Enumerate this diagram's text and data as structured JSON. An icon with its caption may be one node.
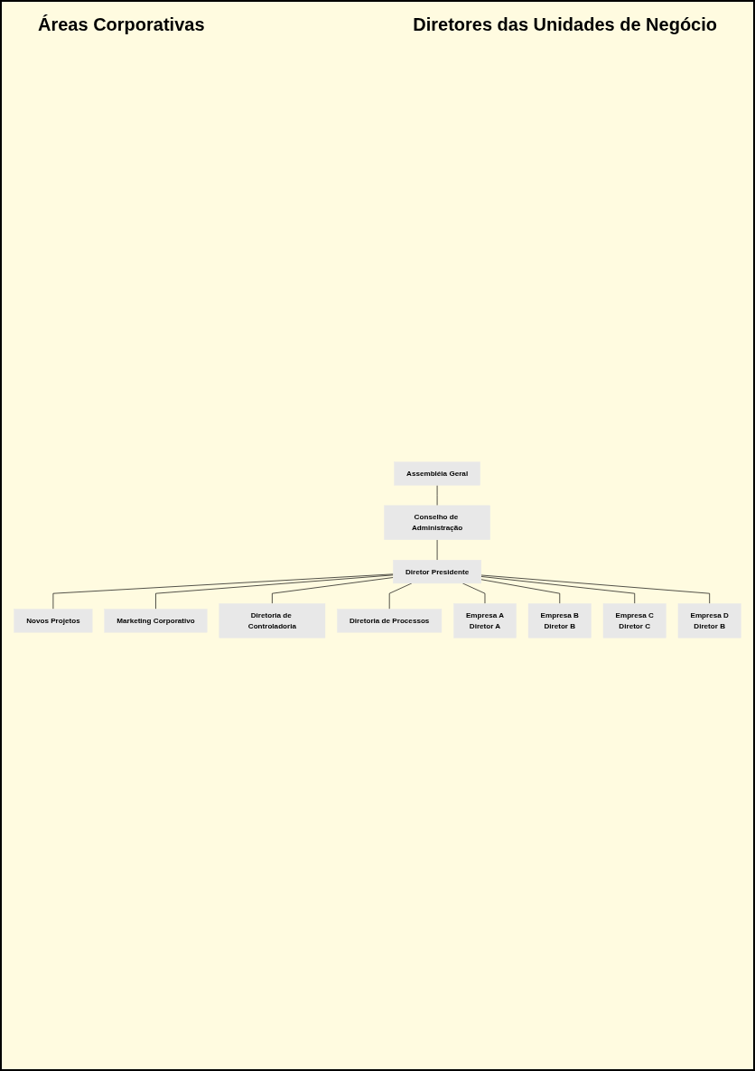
{
  "diagram": {
    "nodes": [
      {
        "text": [
          "Assembléia Geral"
        ]
      },
      {
        "text": [
          "Conselho de Administração"
        ]
      },
      {
        "text": [
          "Diretor Presidente"
        ]
      },
      {
        "text": [
          "Novos Projetos"
        ]
      },
      {
        "text": [
          "Marketing Corporativo"
        ]
      },
      {
        "text": [
          "Diretoria de Controladoria"
        ]
      },
      {
        "text": [
          "Diretoria de Processos"
        ]
      },
      {
        "text": [
          "Empresa A",
          "Diretor A"
        ]
      },
      {
        "text": [
          "Empresa B",
          "Diretor B"
        ]
      },
      {
        "text": [
          "Empresa C",
          "Diretor C"
        ]
      },
      {
        "text": [
          "Empresa D",
          "Diretor B"
        ]
      }
    ],
    "edges": [
      {
        "from": 0,
        "to": 1,
        "arrow": "none"
      },
      {
        "from": 1,
        "to": 2,
        "arrow": "none"
      },
      {
        "from": 2,
        "to": 3,
        "arrow": "none"
      },
      {
        "from": 2,
        "to": 4,
        "arrow": "none"
      },
      {
        "from": 2,
        "to": 5,
        "arrow": "none"
      },
      {
        "from": 2,
        "to": 6,
        "arrow": "none"
      },
      {
        "from": 2,
        "to": 7,
        "arrow": "none"
      },
      {
        "from": 2,
        "to": 8,
        "arrow": "none"
      },
      {
        "from": 2,
        "to": 9,
        "arrow": "none"
      },
      {
        "from": 2,
        "to": 10,
        "arrow": "none"
      }
    ],
    "labels": [
      "Áreas Corporativas",
      "Diretores das Unidades de Negócio"
    ]
  }
}
